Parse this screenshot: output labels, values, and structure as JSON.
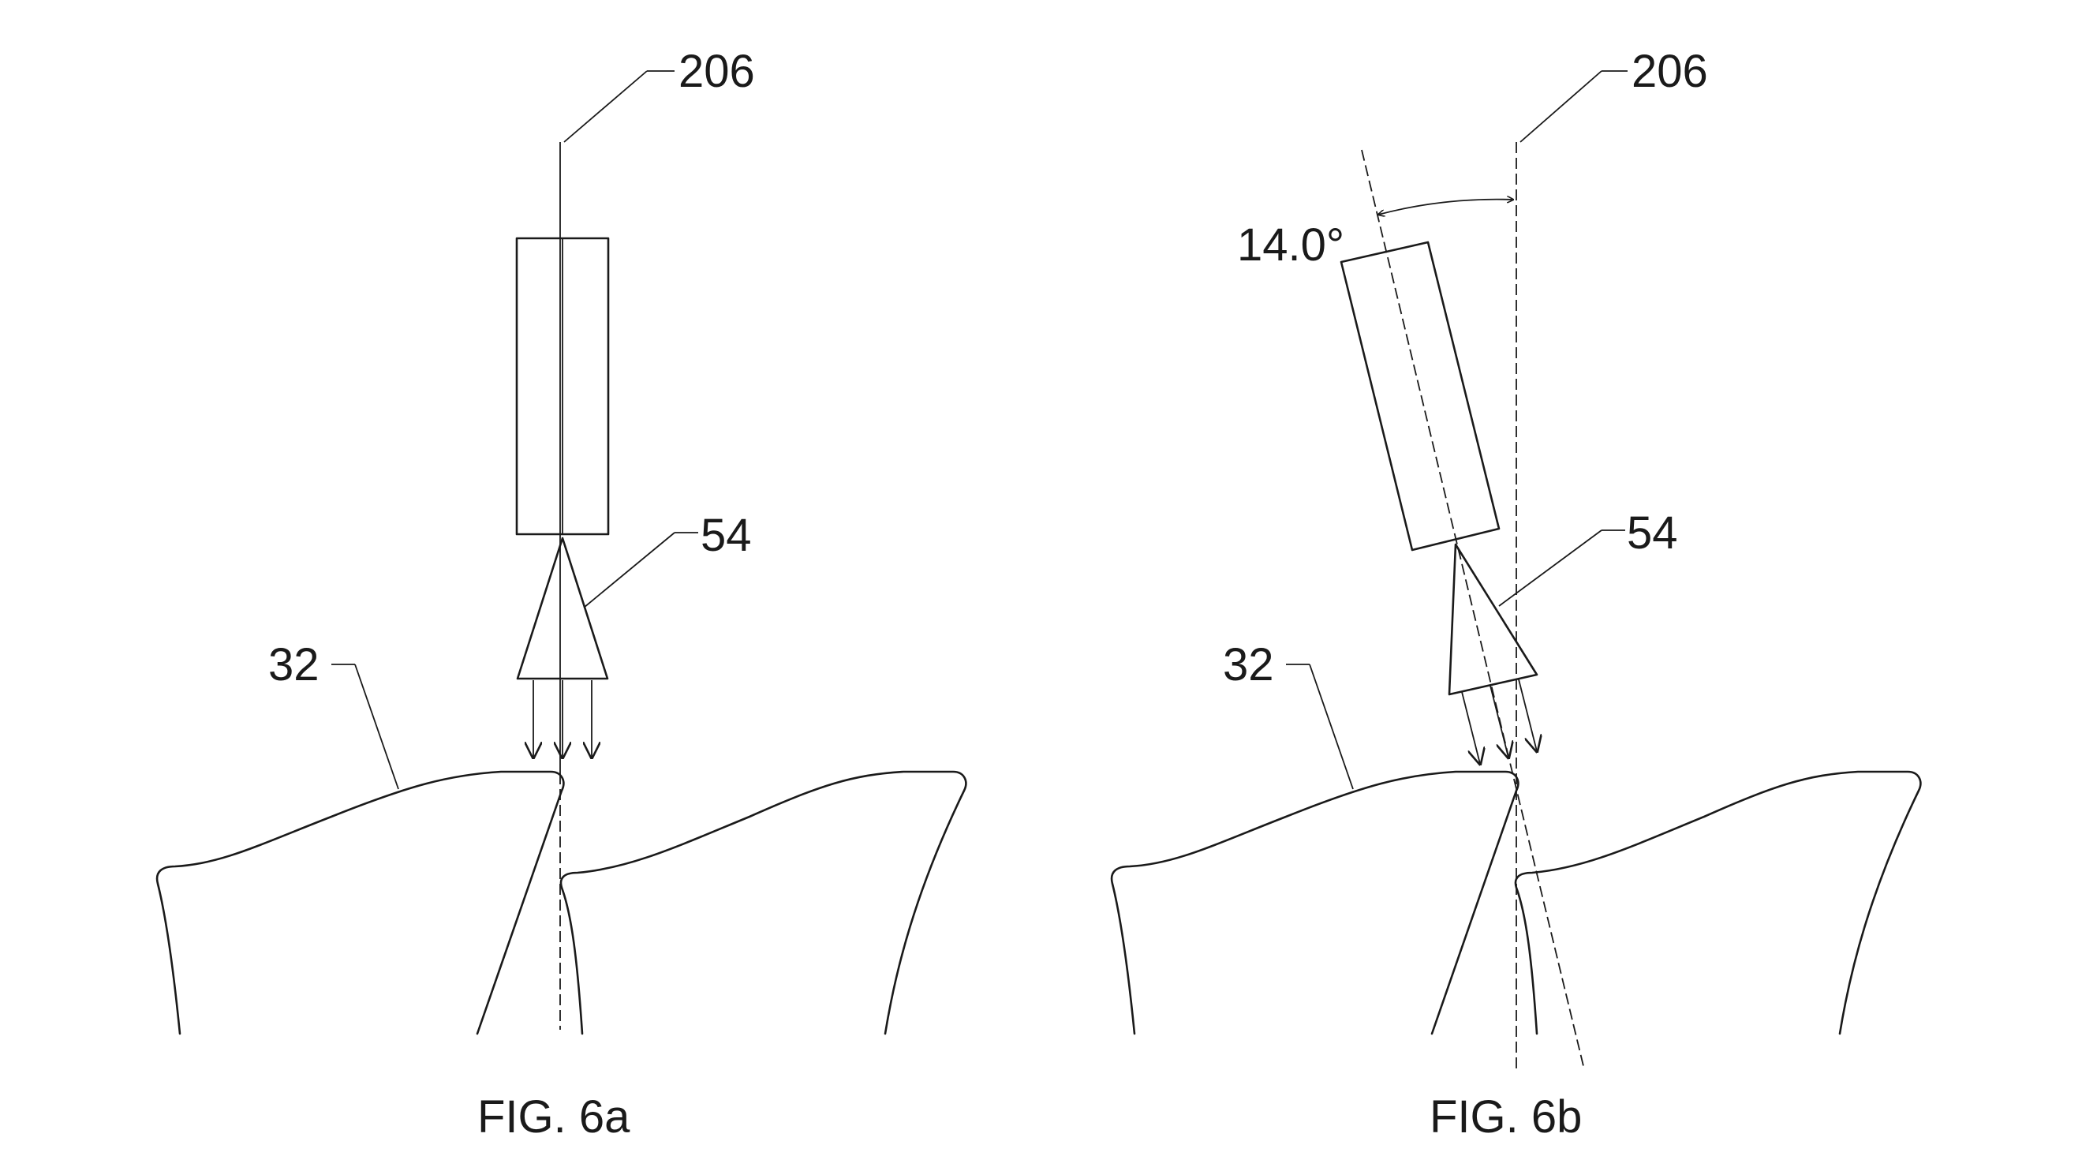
{
  "figures": [
    {
      "caption": "FIG. 6a",
      "labels": {
        "axis": "206",
        "nozzle": "54",
        "blade": "32"
      }
    },
    {
      "caption": "FIG. 6b",
      "angle": "14.0°",
      "labels": {
        "axis": "206",
        "nozzle": "54",
        "blade": "32"
      }
    }
  ],
  "colors": {
    "line": "#1a1a1a",
    "background": "#ffffff"
  }
}
